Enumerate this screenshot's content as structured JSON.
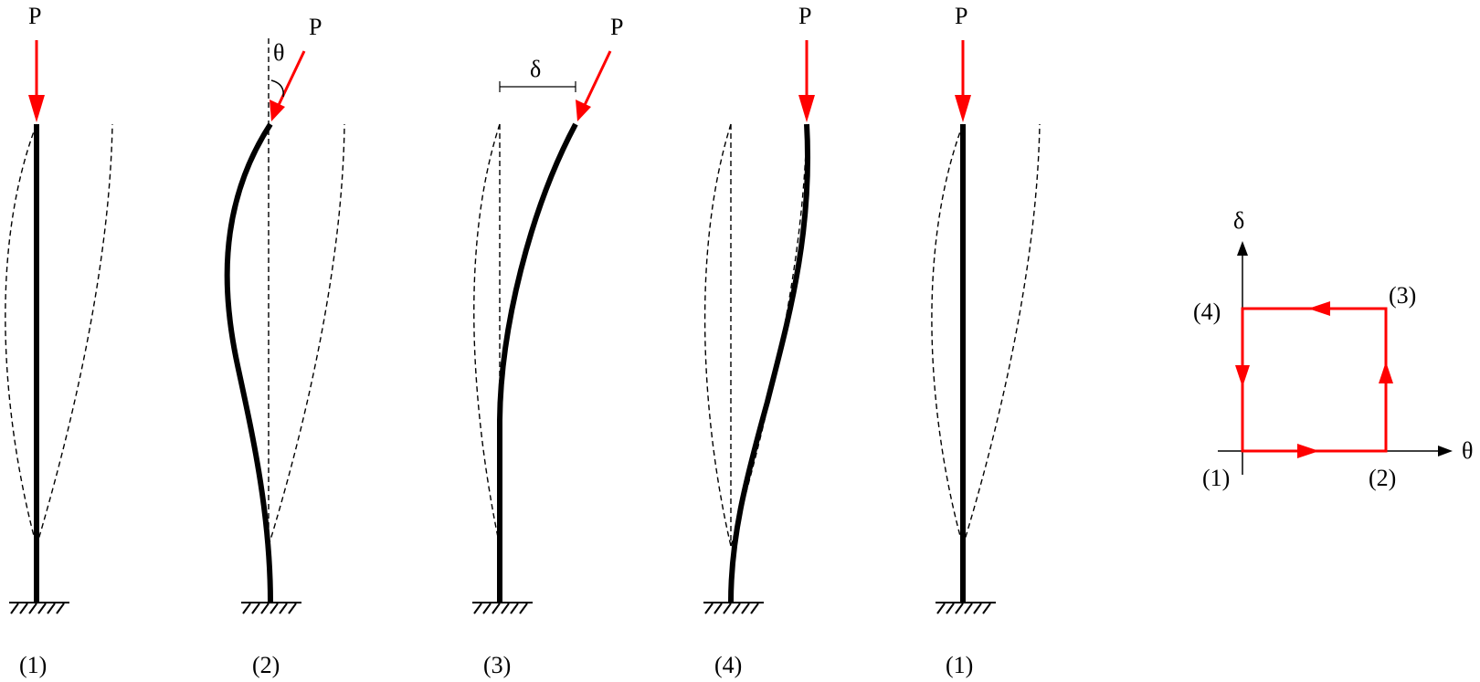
{
  "load_label": "P",
  "angle_label": "θ",
  "offset_label": "δ",
  "stage_labels": [
    "(1)",
    "(2)",
    "(3)",
    "(4)",
    "(1)"
  ],
  "loop_diagram": {
    "x_axis_label": "θ",
    "y_axis_label": "δ",
    "corner_labels": [
      "(1)",
      "(2)",
      "(3)",
      "(4)"
    ]
  },
  "colors": {
    "load_arrow": "#ff0000",
    "loop_path": "#ff0000",
    "column": "#000000"
  }
}
